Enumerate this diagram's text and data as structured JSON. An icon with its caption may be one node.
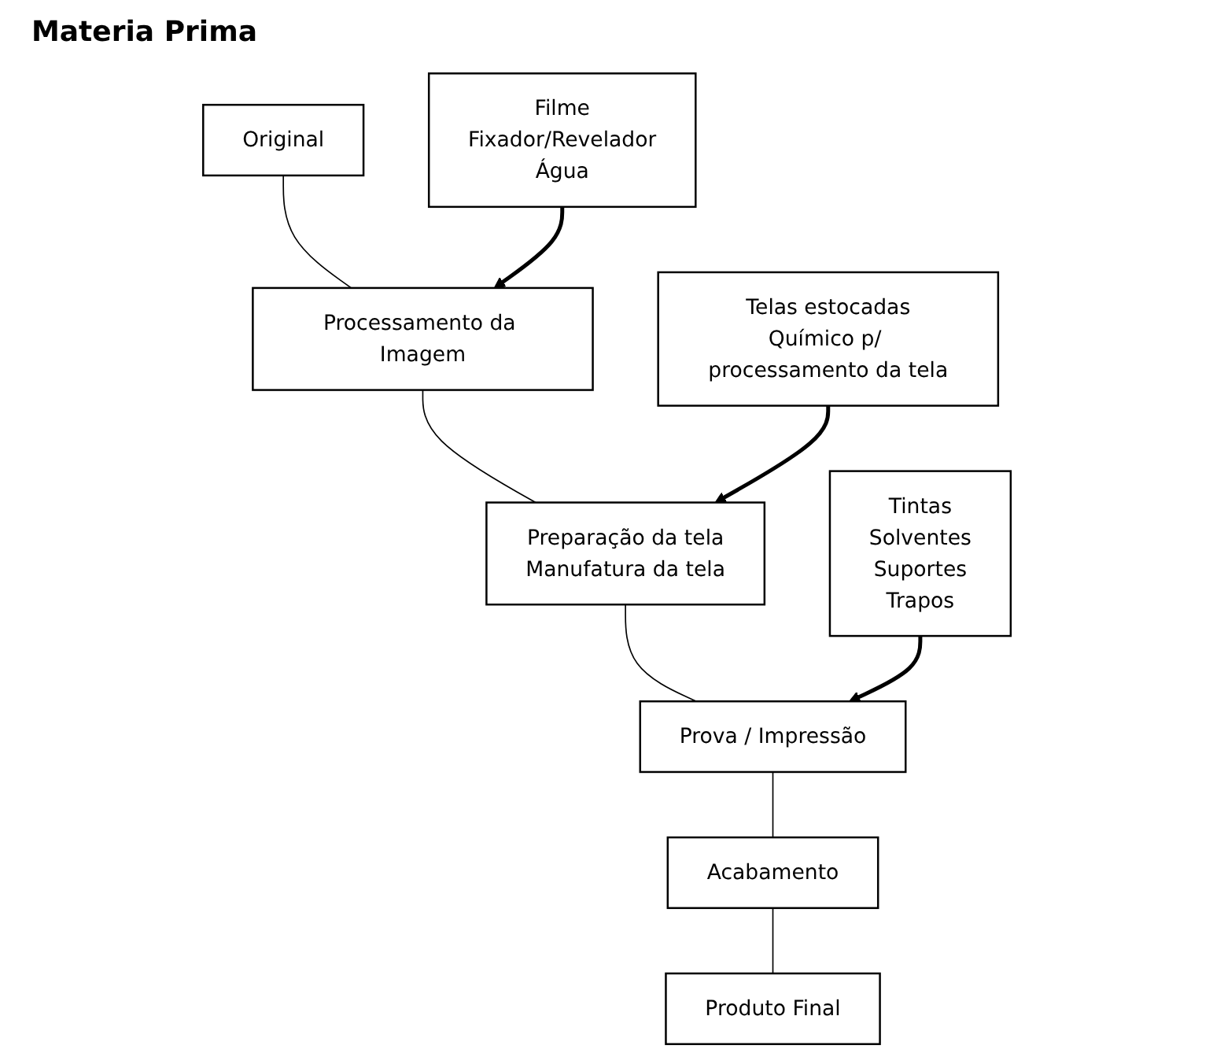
{
  "diagram": {
    "title": "Materia Prima",
    "nodes": [
      {
        "text": [
          "Original"
        ]
      },
      {
        "text": [
          "Filme",
          "Fixador/Revelador",
          "Água"
        ]
      },
      {
        "text": [
          "Processamento da Imagem"
        ]
      },
      {
        "text": [
          "Telas estocadas",
          "Químico p/ processamento da tela"
        ]
      },
      {
        "text": [
          "Preparação da tela",
          "Manufatura da tela"
        ]
      },
      {
        "text": [
          "Tintas",
          "Solventes",
          "Suportes",
          "Trapos"
        ]
      },
      {
        "text": [
          "Prova / Impressão"
        ]
      },
      {
        "text": [
          "Acabamento"
        ]
      },
      {
        "text": [
          "Produto Final"
        ]
      }
    ],
    "edges": [
      {
        "from": 0,
        "to": 2,
        "arrow": "none"
      },
      {
        "from": 1,
        "to": 2,
        "arrow": "to",
        "style": "thick"
      },
      {
        "from": 2,
        "to": 4,
        "arrow": "none"
      },
      {
        "from": 3,
        "to": 4,
        "arrow": "to",
        "style": "thick"
      },
      {
        "from": 4,
        "to": 6,
        "arrow": "none"
      },
      {
        "from": 5,
        "to": 6,
        "arrow": "to",
        "style": "thick"
      },
      {
        "from": 6,
        "to": 7,
        "arrow": "none"
      },
      {
        "from": 7,
        "to": 8,
        "arrow": "none"
      }
    ]
  }
}
